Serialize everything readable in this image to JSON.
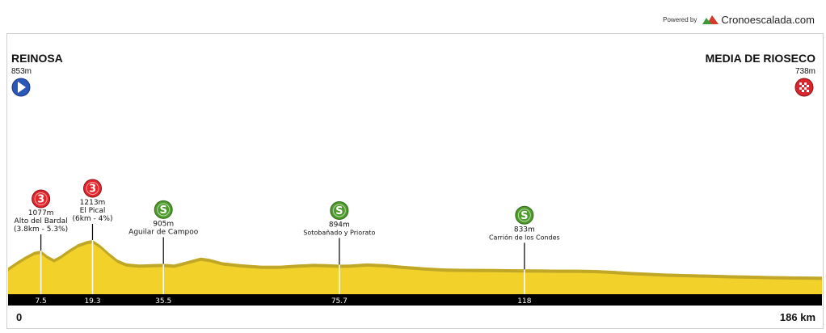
{
  "branding": {
    "powered_by": "Powered by",
    "name": "Cronoescalada.com"
  },
  "start": {
    "name": "REINOSA",
    "altitude": "853m"
  },
  "finish": {
    "name": "MEDIA DE RIOSECO",
    "altitude": "738m"
  },
  "distance": {
    "start_label": "0",
    "end_label": "186 km"
  },
  "colors": {
    "profile_fill": "#f2d22a",
    "profile_shadow": "#b9a027",
    "axis_bar": "#000000",
    "climb_badge": "#e3252c",
    "sprint_badge": "#4e9a2c",
    "start_badge": "#2b57b8",
    "finish_badge": "#d9252c"
  },
  "chart_data": {
    "type": "area",
    "xlabel": "",
    "ylabel": "",
    "xlim": [
      0,
      186
    ],
    "profile": [
      {
        "km": 0,
        "alt": 853
      },
      {
        "km": 2,
        "alt": 930
      },
      {
        "km": 4,
        "alt": 1000
      },
      {
        "km": 6,
        "alt": 1060
      },
      {
        "km": 7.5,
        "alt": 1077
      },
      {
        "km": 9,
        "alt": 1010
      },
      {
        "km": 10.5,
        "alt": 965
      },
      {
        "km": 12,
        "alt": 1010
      },
      {
        "km": 14,
        "alt": 1090
      },
      {
        "km": 16,
        "alt": 1160
      },
      {
        "km": 18,
        "alt": 1200
      },
      {
        "km": 19.3,
        "alt": 1213
      },
      {
        "km": 21,
        "alt": 1150
      },
      {
        "km": 23,
        "alt": 1050
      },
      {
        "km": 25,
        "alt": 960
      },
      {
        "km": 27,
        "alt": 910
      },
      {
        "km": 30,
        "alt": 895
      },
      {
        "km": 33,
        "alt": 902
      },
      {
        "km": 35.5,
        "alt": 905
      },
      {
        "km": 38,
        "alt": 895
      },
      {
        "km": 41,
        "alt": 940
      },
      {
        "km": 44,
        "alt": 985
      },
      {
        "km": 46,
        "alt": 970
      },
      {
        "km": 49,
        "alt": 925
      },
      {
        "km": 53,
        "alt": 900
      },
      {
        "km": 58,
        "alt": 880
      },
      {
        "km": 62,
        "alt": 880
      },
      {
        "km": 66,
        "alt": 895
      },
      {
        "km": 70,
        "alt": 905
      },
      {
        "km": 73,
        "alt": 900
      },
      {
        "km": 75.7,
        "alt": 894
      },
      {
        "km": 78,
        "alt": 895
      },
      {
        "km": 82,
        "alt": 910
      },
      {
        "km": 86,
        "alt": 900
      },
      {
        "km": 90,
        "alt": 880
      },
      {
        "km": 95,
        "alt": 860
      },
      {
        "km": 100,
        "alt": 845
      },
      {
        "km": 105,
        "alt": 840
      },
      {
        "km": 110,
        "alt": 838
      },
      {
        "km": 114,
        "alt": 836
      },
      {
        "km": 118,
        "alt": 833
      },
      {
        "km": 122,
        "alt": 832
      },
      {
        "km": 126,
        "alt": 830
      },
      {
        "km": 130,
        "alt": 830
      },
      {
        "km": 134,
        "alt": 826
      },
      {
        "km": 138,
        "alt": 815
      },
      {
        "km": 142,
        "alt": 800
      },
      {
        "km": 146,
        "alt": 790
      },
      {
        "km": 150,
        "alt": 780
      },
      {
        "km": 155,
        "alt": 772
      },
      {
        "km": 160,
        "alt": 765
      },
      {
        "km": 165,
        "alt": 758
      },
      {
        "km": 170,
        "alt": 752
      },
      {
        "km": 175,
        "alt": 746
      },
      {
        "km": 180,
        "alt": 742
      },
      {
        "km": 186,
        "alt": 738
      }
    ],
    "waypoints": [
      {
        "km": 7.5,
        "km_label": "7.5",
        "type": "climb",
        "badge": "3",
        "altitude": "1077m",
        "name": "Alto del Bardal",
        "sub": "(3.8km - 5.3%)"
      },
      {
        "km": 19.3,
        "km_label": "19.3",
        "type": "climb",
        "badge": "3",
        "altitude": "1213m",
        "name": "El Pical",
        "sub": "(6km - 4%)"
      },
      {
        "km": 35.5,
        "km_label": "35.5",
        "type": "sprint",
        "badge": "S",
        "altitude": "905m",
        "name": "Aguilar de Campoo",
        "sub": ""
      },
      {
        "km": 75.7,
        "km_label": "75.7",
        "type": "sprint",
        "badge": "S",
        "altitude": "894m",
        "name": "Sotobañado y Priorato",
        "sub": ""
      },
      {
        "km": 118,
        "km_label": "118",
        "type": "sprint",
        "badge": "S",
        "altitude": "833m",
        "name": "Carrión de los Condes",
        "sub": ""
      }
    ]
  }
}
